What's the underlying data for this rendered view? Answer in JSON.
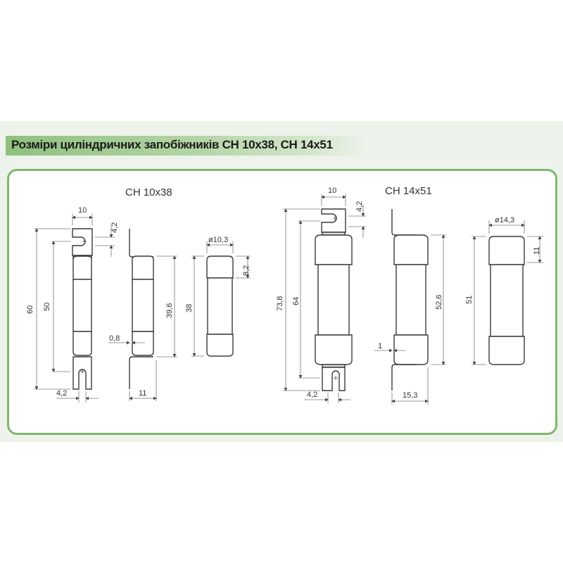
{
  "header": {
    "title": "Розміри циліндричних запобіжників CH 10x38, CH 14x51"
  },
  "colors": {
    "accent_green": "#7fb86d",
    "header_gradient_start": "#8fc07f",
    "background": "#edf2ea",
    "line": "#3a3a3a"
  },
  "diagrams": {
    "ch10x38": {
      "title": "CH 10x38",
      "front": {
        "width_top": "10",
        "slot_height": "4,2",
        "total_length": "60",
        "hole_distance": "50",
        "slot_width": "4,2"
      },
      "side": {
        "body_length": "39,6",
        "tab_thickness": "0,8",
        "depth": "11"
      },
      "cartridge": {
        "diameter": "ø10,3",
        "cap_length": "8,2",
        "length": "38"
      }
    },
    "ch14x51": {
      "title": "CH 14x51",
      "front": {
        "width_top": "10",
        "slot_height": "4,2",
        "total_length": "73,8",
        "hole_distance": "64",
        "slot_width": "4,2"
      },
      "side": {
        "body_length": "52,6",
        "tab_thickness": "1",
        "depth": "15,3"
      },
      "cartridge": {
        "diameter": "ø14,3",
        "cap_length": "11",
        "length": "51"
      }
    }
  }
}
